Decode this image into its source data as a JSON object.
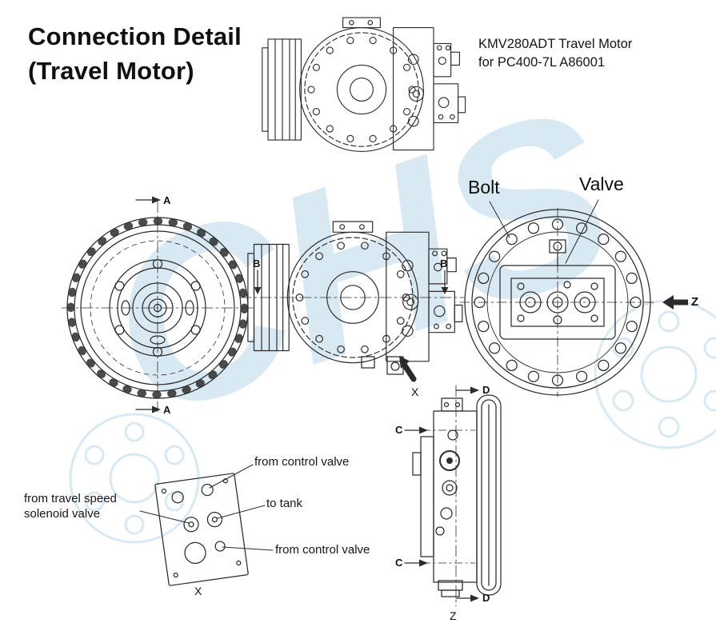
{
  "header": {
    "title_line1": "Connection Detail",
    "title_line2": "(Travel Motor)",
    "model_line1": "KMV280ADT Travel Motor",
    "model_line2": "for PC400-7L A86001"
  },
  "callouts": {
    "bolt": "Bolt",
    "valve": "Valve"
  },
  "section_markers": {
    "a": "A",
    "b": "B",
    "c": "C",
    "d": "D"
  },
  "view_labels": {
    "x_section_view": "X",
    "x_port_plate": "X",
    "z_end_view": "Z",
    "z_side_view": "Z"
  },
  "port_labels": {
    "from_control_valve_top": "from control valve",
    "to_tank": "to tank",
    "from_travel_speed_line1": "from travel speed",
    "from_travel_speed_line2": "solenoid valve",
    "from_control_valve_bottom": "from control valve"
  },
  "watermark": {
    "text": "CHS",
    "color": "#b9d8ec"
  },
  "drawing": {
    "line_color": "#2b2b2b",
    "background": "#ffffff"
  }
}
